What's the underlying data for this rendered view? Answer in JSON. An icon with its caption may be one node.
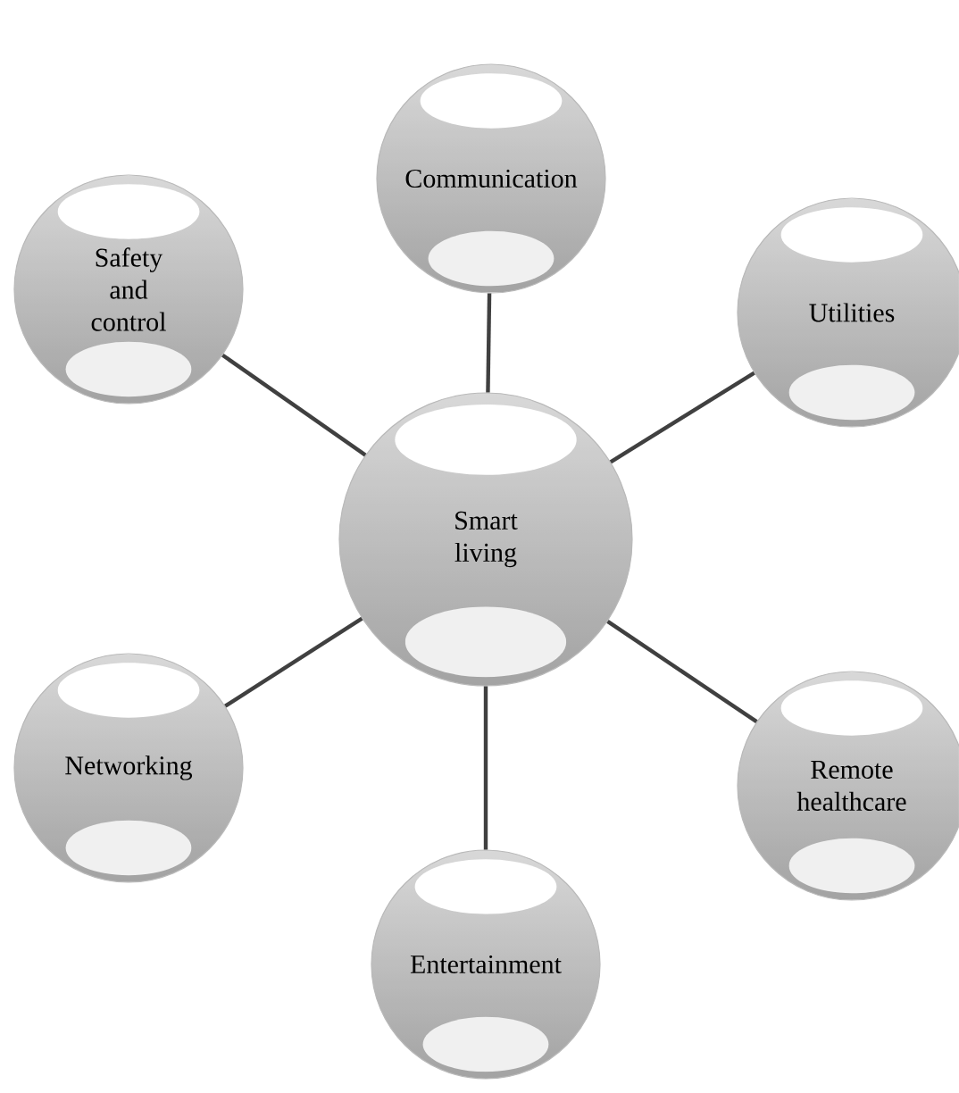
{
  "diagram": {
    "nodes": [
      {
        "text": [
          "Communication"
        ]
      },
      {
        "text": [
          "Safety and control"
        ]
      },
      {
        "text": [
          "Utilities"
        ]
      },
      {
        "text": [
          "Smart living"
        ]
      },
      {
        "text": [
          "Networking"
        ]
      },
      {
        "text": [
          "Remote healthcare"
        ]
      },
      {
        "text": [
          "Entertainment"
        ]
      }
    ],
    "edges": [
      {
        "from": 3,
        "to": 0,
        "arrow": "none"
      },
      {
        "from": 3,
        "to": 1,
        "arrow": "none"
      },
      {
        "from": 3,
        "to": 2,
        "arrow": "none"
      },
      {
        "from": 3,
        "to": 4,
        "arrow": "none"
      },
      {
        "from": 3,
        "to": 5,
        "arrow": "none"
      },
      {
        "from": 3,
        "to": 6,
        "arrow": "none"
      }
    ]
  }
}
